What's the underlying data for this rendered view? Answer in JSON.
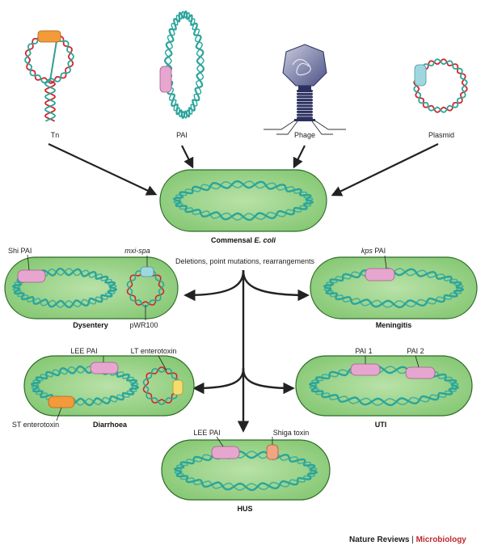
{
  "elements": {
    "tn": "Tn",
    "pai": "PAI",
    "phage": "Phage",
    "plasmid": "Plasmid"
  },
  "commensal": {
    "prefix": "Commensal ",
    "species": "E. coli"
  },
  "mechanisms": "Deletions, point mutations, rearrangements",
  "dysentery": {
    "name": "Dysentery",
    "shi_pai": "Shi PAI",
    "mxi_spa": "mxi-spa",
    "plasmid": "pWR100"
  },
  "meningitis": {
    "name": "Meningitis",
    "kps_italic": "kps",
    "kps_rest": " PAI"
  },
  "diarrhoea": {
    "name": "Diarrhoea",
    "lee_pai": "LEE PAI",
    "lt_toxin": "LT enterotoxin",
    "st_toxin": "ST enterotoxin"
  },
  "uti": {
    "name": "UTI",
    "pai1": "PAI 1",
    "pai2": "PAI 2"
  },
  "hus": {
    "name": "HUS",
    "lee_pai": "LEE PAI",
    "shiga": "Shiga toxin"
  },
  "credit": {
    "journal": "Nature Reviews",
    "separator": " | ",
    "section": "Microbiology"
  },
  "colors": {
    "cell_fill": "#8fcf7f",
    "cell_stroke": "#2f6b2a",
    "dna": "#2aa59b",
    "red_strand": "#d2262b",
    "orange": "#f39a3a",
    "pink": "#e6a6cf",
    "light_blue": "#9fd7e0",
    "yellow": "#f6dc6e",
    "salmon": "#f0a583"
  }
}
